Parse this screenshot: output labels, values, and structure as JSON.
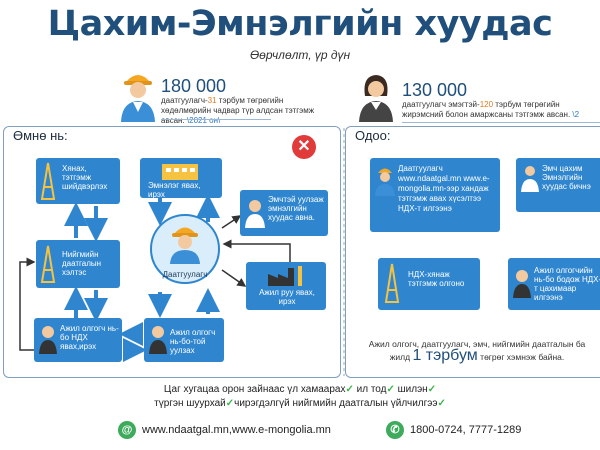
{
  "header": {
    "title": "Цахим-Эмнэлгийн хуудас",
    "subtitle": "Өөрчлөлт, үр дүн"
  },
  "stats": [
    {
      "number": "180 000",
      "desc_a": "даатгуулагч-",
      "desc_hl": "31",
      "desc_b": " тэрбум төгрөгийн хөдөлмөрийн чадвар түр алдсан тэтгэмж авсан. ",
      "desc_link": "\\2021 он\\",
      "figure": "male-worker-icon"
    },
    {
      "number": "130 000",
      "desc_a": "даатгуулагч эмэгтэй-",
      "desc_hl": "120",
      "desc_b": " тэрбум төгрөгийн жирэмсний болон амаржсаны тэтгэмж авсан. ",
      "desc_link": "\\2",
      "figure": "female-worker-icon"
    }
  ],
  "before": {
    "title": "Өмнө нь:",
    "boxes": {
      "review": "Хянах, тэтгэмж шийдвэрлэх",
      "hospital": "Эмнэлэг явах, ирэх",
      "doctor": "Эмчтэй уулзаж эмнэлгийн хуудас авна.",
      "social": "Нийгмийн даатгалын хэлтэс",
      "work": "Ажил руу явах, ирэх",
      "employer_social": "Ажил олгогч нь-бо НДХ явах,ирэх",
      "employer_meet": "Ажил олгогч нь-бо-той уулзах"
    },
    "center_label": "Даатгуулагч"
  },
  "now": {
    "title": "Одоо:",
    "boxes": {
      "insured": "Даатгуулагч www.ndaatgal.mn www.e-mongolia.mn-ээр хандаж тэтгэмж авах хүсэлтээ НДХ-т илгээнэ",
      "doctor": "Эмч цахим Эмнэлгийн хуудас бичнэ",
      "ndh": "НДХ-хянаж тэтгэмж олгоно",
      "employer": "Ажил олгогчийн нь-бо бодож НДХ-т цахимаар илгээнэ"
    },
    "note_a": "Ажил олгогч, даатгуулагч, эмч, нийгмийн даатгалын ба",
    "note_b": "жилд ",
    "note_big": "1 тэрбум",
    "note_c": " төгрөг хэмнэж байна."
  },
  "bottom": {
    "line1_a": "Цаг хугацаа орон зайнаас үл хамаарах",
    "line1_b": " ил тод",
    "line1_c": " шилэн",
    "line2_a": "түргэн шуурхай",
    "line2_b": "чирэгдэлгүй нийгмийн даатгалын үйлчилгээ"
  },
  "footer": {
    "websites": "www.ndaatgal.mn,www.e-mongolia.mn",
    "phones": "1800-0724, 7777-1289",
    "web_icon": "at-icon",
    "phone_icon": "phone-icon"
  },
  "colors": {
    "primary": "#2f86cf",
    "title": "#1f4f7a",
    "accent": "#e07b1c",
    "check": "#39b54a",
    "cross": "#e03a3a"
  }
}
